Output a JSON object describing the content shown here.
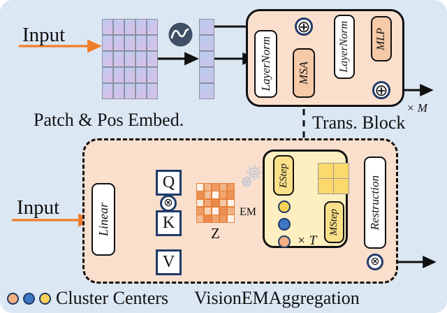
{
  "figure": {
    "background_color": "#dce7f4",
    "accent_orange": "#f07d28",
    "block_peach": "#fadfcd",
    "block_yellow": "#fdefbf",
    "node_navy": "#1f3a68"
  },
  "top": {
    "input_label": "Input",
    "stage_caption": "Patch & Pos Embed.",
    "pos_embed_icon": "sine-wave-icon",
    "patch_grid": {
      "rows": 5,
      "cols": 5
    },
    "token_strip": {
      "rows": 5,
      "cols": 1
    }
  },
  "transformer": {
    "caption": "Trans. Block",
    "repeat_label": "× M",
    "blocks": [
      {
        "label": "LayerNorm",
        "style": "white"
      },
      {
        "label": "MSA",
        "style": "peach"
      },
      {
        "label": "LayerNorm",
        "style": "white"
      },
      {
        "label": "MLP",
        "style": "peach"
      }
    ],
    "add_nodes": [
      "⊕",
      "⊕"
    ]
  },
  "ema": {
    "caption": "VisionEMAggregation",
    "input_label": "Input",
    "linear_label": "Linear",
    "qkv": [
      "Q",
      "K",
      "V"
    ],
    "matmul_node": "⊗",
    "z_label": "Z",
    "z_matrix": {
      "rows": 5,
      "cols": 5
    },
    "em_label": "EM",
    "gear_icon": "gears-icon",
    "estep_label": "EStep",
    "mstep_label": "MStep",
    "responsibility_grid": {
      "rows": 2,
      "cols": 2
    },
    "iteration_label": "× T",
    "restruction_label": "Restruction",
    "output_node": "⊗",
    "cluster_dots": [
      "#fbd258",
      "#3f77c4",
      "#f3b183"
    ]
  },
  "legend": {
    "label": "Cluster Centers",
    "dots": [
      "#f3b183",
      "#3f77c4",
      "#fbd258"
    ]
  }
}
